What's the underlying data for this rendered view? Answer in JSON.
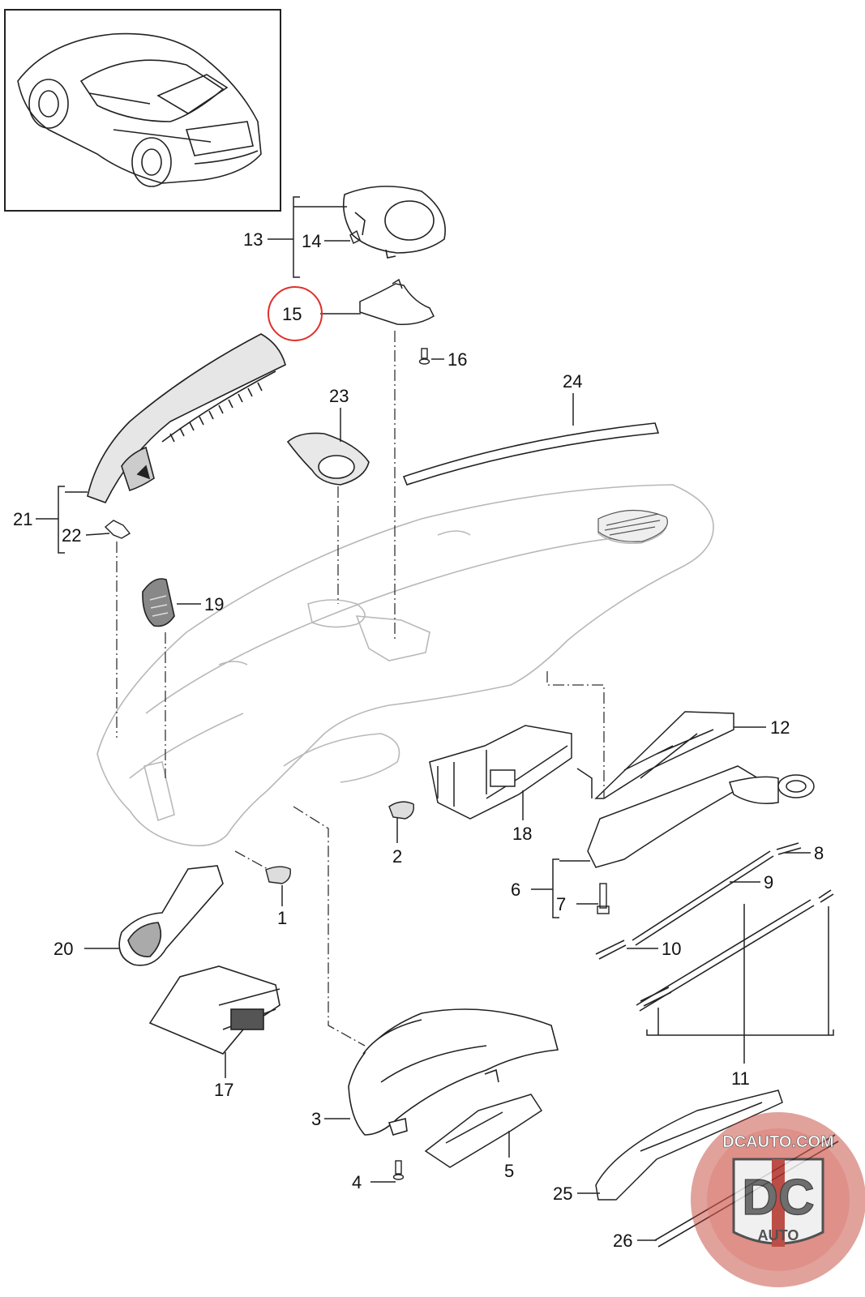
{
  "labels": {
    "p1": "1",
    "p2": "2",
    "p3": "3",
    "p4": "4",
    "p5": "5",
    "p6": "6",
    "p7": "7",
    "p8": "8",
    "p9": "9",
    "p10": "10",
    "p11": "11",
    "p12": "12",
    "p13": "13",
    "p14": "14",
    "p15": "15",
    "p16": "16",
    "p17": "17",
    "p18": "18",
    "p19": "19",
    "p20": "20",
    "p21": "21",
    "p22": "22",
    "p23": "23",
    "p24": "24",
    "p25": "25",
    "p26": "26"
  },
  "highlighted_part": "15",
  "highlight_color": "#e0302a",
  "watermark": {
    "site": "DCAUTO.COM",
    "logo_letters": "DC",
    "logo_sub": "AUTO",
    "color": "#c0392b"
  }
}
